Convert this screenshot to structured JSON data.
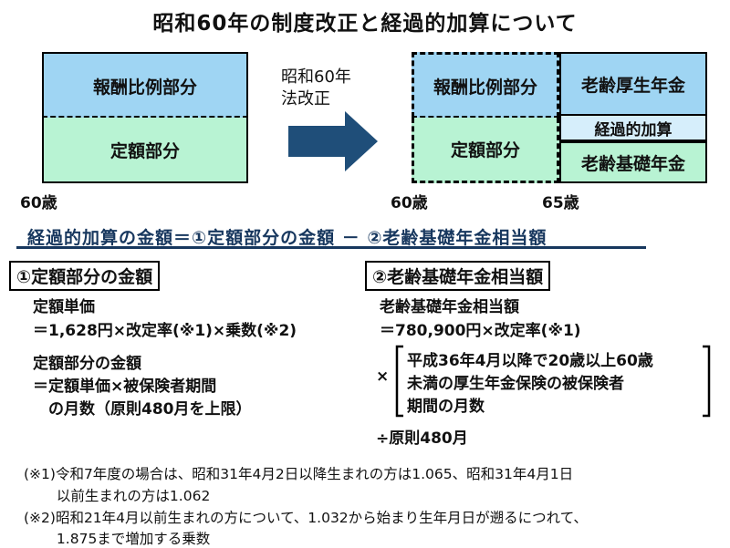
{
  "title": "昭和60年の制度改正と経過的加算について",
  "left_diagram": {
    "top_label": "報酬比例部分",
    "bottom_label": "定額部分",
    "age_label": "60歳"
  },
  "arrow_label": [
    "昭和60年",
    "法改正"
  ],
  "right_diagram": {
    "top_label": "報酬比例部分",
    "bottom_label": "定額部分",
    "pension_top": "老齢厚生年金",
    "pension_mid": "経過的加算",
    "pension_bottom": "老齢基礎年金",
    "age_label_1": "60歳",
    "age_label_2": "65歳"
  },
  "formula": "経過的加算の金額＝①定額部分の金額 － ②老齢基礎年金相当額",
  "section1": {
    "heading": "①定額部分の金額",
    "lines": [
      "定額単価",
      "＝1,628円×改定率(※1)×乗数(※2)",
      "定額部分の金額",
      "＝定額単価×被保険者期間",
      "　の月数（原則480月を上限）"
    ]
  },
  "section2": {
    "heading": "②老齢基礎年金相当額",
    "lines": [
      "老齢基礎年金相当額",
      "＝780,900円×改定率(※1)"
    ],
    "times_symbol": "×",
    "bracket_lines": [
      "平成36年4月以降で20歳以上60歳",
      "未満の厚生年金保険の被保険者",
      "期間の月数"
    ],
    "divide_line": "÷原則480月"
  },
  "notes": [
    "(※1)令和7年度の場合は、昭和31年4月2日以降生まれの方は1.065、昭和31年4月1日",
    "　　 以前生まれの方は1.062",
    "(※2)昭和21年4月以前生まれの方について、1.032から始まり生年月日が遡るにつれて、",
    "　　 1.875まで増加する乗数"
  ],
  "colors": {
    "upper_blue": "#9fd5f3",
    "lower_green": "#b8f3d3",
    "mid_light_blue": "#d6eefb",
    "arrow": "#1f4e79",
    "formula_text": "#17375e"
  }
}
